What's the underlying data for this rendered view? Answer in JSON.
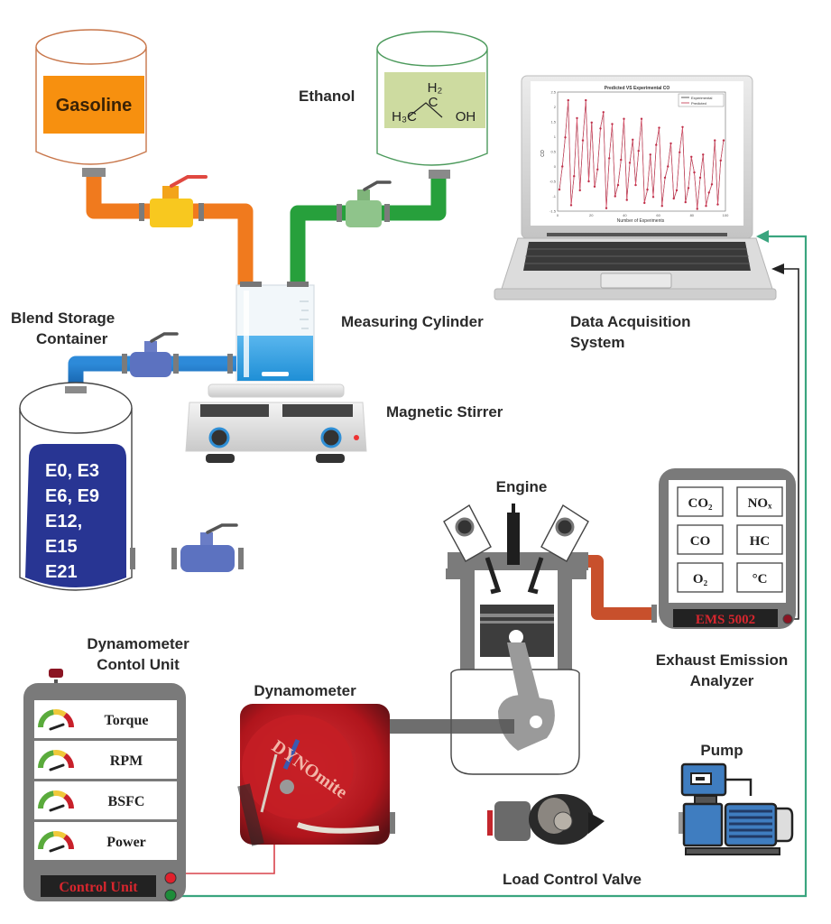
{
  "labels": {
    "gasoline": "Gasoline",
    "ethanol": "Ethanol",
    "ethanol_formula": {
      "h2": "H₂",
      "c": "C",
      "h3c": "H₃C",
      "oh": "OH"
    },
    "measuring_cylinder": "Measuring Cylinder",
    "magnetic_stirrer": "Magnetic Stirrer",
    "blend_storage_line1": "Blend Storage",
    "blend_storage_line2": "Container",
    "data_acq_line1": "Data Acquisition",
    "data_acq_line2": "System",
    "engine": "Engine",
    "exhaust_line1": "Exhaust Emission",
    "exhaust_line2": "Analyzer",
    "dyno_ctrl_line1": "Dynamometer",
    "dyno_ctrl_line2": "Contol Unit",
    "dynamometer": "Dynamometer",
    "load_control_valve": "Load Control Valve",
    "pump": "Pump"
  },
  "blends": [
    "E0, E3",
    "E6, E9",
    "E12,",
    "E15",
    "E21"
  ],
  "analyzer": {
    "cells": [
      "CO₂",
      "NOₓ",
      "CO",
      "HC",
      "O₂",
      "°C"
    ],
    "display": "EMS 5002"
  },
  "control_unit": {
    "gauges": [
      "Torque",
      "RPM",
      "BSFC",
      "Power"
    ],
    "display": "Control Unit"
  },
  "dyno_photo_text": "DYNOmite",
  "colors": {
    "gasoline_pipe": "#f07a1e",
    "gasoline_label": "#f7900f",
    "ethanol_pipe": "#27a03c",
    "ethanol_label": "#cddba0",
    "blend_pipe": "#1b74c4",
    "blend_fill": "#283593",
    "exhaust_pipe": "#c8502c",
    "signal_green": "#3aa57f",
    "signal_red": "#d9434b",
    "signal_black": "#222222",
    "panel_gray": "#7a7a7a",
    "display_red": "#d7262e"
  },
  "screen_chart": {
    "title": "Predicted VS Experimental CO",
    "xlabel": "Number of Experiments",
    "ylabel": "CO",
    "legend": [
      "Experimental",
      "Predicted"
    ],
    "xticks": [
      "0",
      "20",
      "40",
      "60",
      "80",
      "100"
    ],
    "yticks": [
      "2.5",
      "2",
      "1.5",
      "1",
      "0.5",
      "0",
      "-0.5",
      "-1",
      "-1.5"
    ],
    "ylim": [
      -1.5,
      2.5
    ],
    "xlim": [
      0,
      100
    ],
    "values": [
      -0.8,
      0.0,
      1.0,
      2.2,
      -1.3,
      -0.3,
      1.6,
      -0.8,
      0.9,
      2.2,
      -0.5,
      1.5,
      -0.7,
      -0.1,
      1.3,
      1.8,
      -1.4,
      0.3,
      1.4,
      -1.0,
      -0.6,
      0.2,
      1.6,
      -1.1,
      0.1,
      0.9,
      -0.6,
      0.5,
      1.6,
      -1.2,
      -0.8,
      0.4,
      -1.0,
      0.7,
      1.3,
      -1.3,
      -0.4,
      0.0,
      0.8,
      -1.1,
      -0.8,
      0.5,
      1.3,
      -1.2,
      -0.7,
      0.3,
      -0.2,
      -1.4,
      -0.4,
      0.4,
      -1.3,
      -0.9,
      -0.6,
      0.9,
      -1.3,
      0.2,
      0.9
    ]
  }
}
